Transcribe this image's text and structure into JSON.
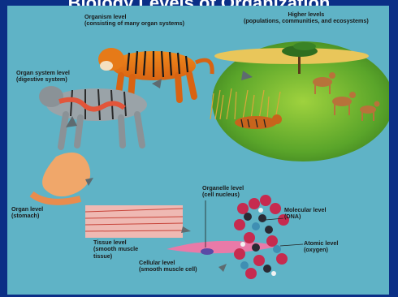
{
  "header": {
    "title": "Biology Levels of Organization"
  },
  "labels": {
    "organism": {
      "line1": "Organism level",
      "line2": "(consisting of many organ systems)"
    },
    "higher": {
      "line1": "Higher levels",
      "line2": "(populations, communities, and ecosystems)"
    },
    "organ_system": {
      "line1": "Organ system level",
      "line2": "(digestive system)"
    },
    "organelle": {
      "line1": "Organelle level",
      "line2": "(cell nucleus)"
    },
    "molecular": {
      "line1": "Molecular level",
      "line2": "(DNA)"
    },
    "organ": {
      "line1": "Organ level",
      "line2": "(stomach)"
    },
    "atomic": {
      "line1": "Atomic level",
      "line2": "(oxygen)"
    },
    "tissue": {
      "line1": "Tissue level",
      "line2": "(smooth muscle",
      "line3": "tissue)"
    },
    "cellular": {
      "line1": "Cellular level",
      "line2": "(smooth muscle cell)"
    }
  }
}
